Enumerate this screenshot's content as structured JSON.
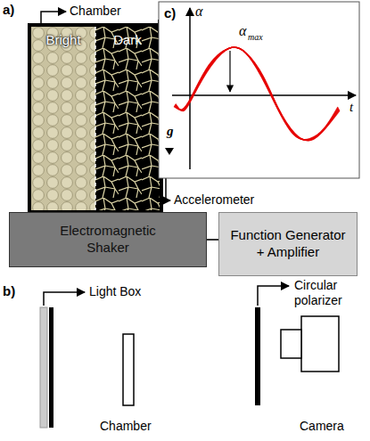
{
  "diagram": {
    "nodes": [
      {
        "text": [
          "Bright"
        ]
      },
      {
        "text": [
          "Dark"
        ]
      },
      {
        "text": [
          "Electromagnetic Shaker"
        ]
      },
      {
        "text": [
          "Function Generator + Amplifier"
        ]
      }
    ],
    "edges": [
      {
        "from": 2,
        "to": 3,
        "arrow": "none"
      }
    ],
    "labels": [
      "a)",
      "Chamber",
      "Accelerometer",
      "c)",
      "α",
      "α",
      "max",
      "t",
      "g",
      "b)",
      "Light Box",
      "Chamber",
      "Circular polarizer",
      "Camera"
    ]
  }
}
